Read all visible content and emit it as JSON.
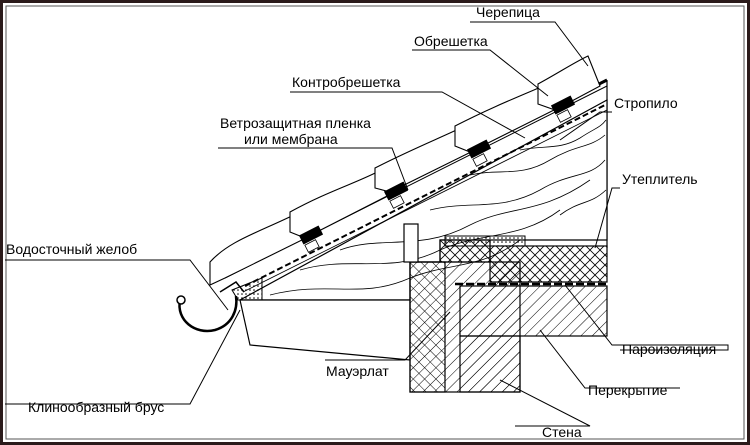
{
  "labels": {
    "tile": "Черепица",
    "batten": "Обрешетка",
    "counter_batten": "Контробрешетка",
    "membrane_line1": "Ветрозащитная пленка",
    "membrane_line2": "или мембрана",
    "rafter": "Стропило",
    "insulation": "Утеплитель",
    "gutter": "Водосточный желоб",
    "wall_plate": "Мауэрлат",
    "vapor_barrier": "Пароизоляция",
    "wedge_beam": "Клинообразный брус",
    "ceiling": "Перекрытие",
    "wall": "Стена"
  },
  "colors": {
    "ink": "#000000",
    "frame": "#2a1a1a",
    "paper": "#ffffff"
  }
}
